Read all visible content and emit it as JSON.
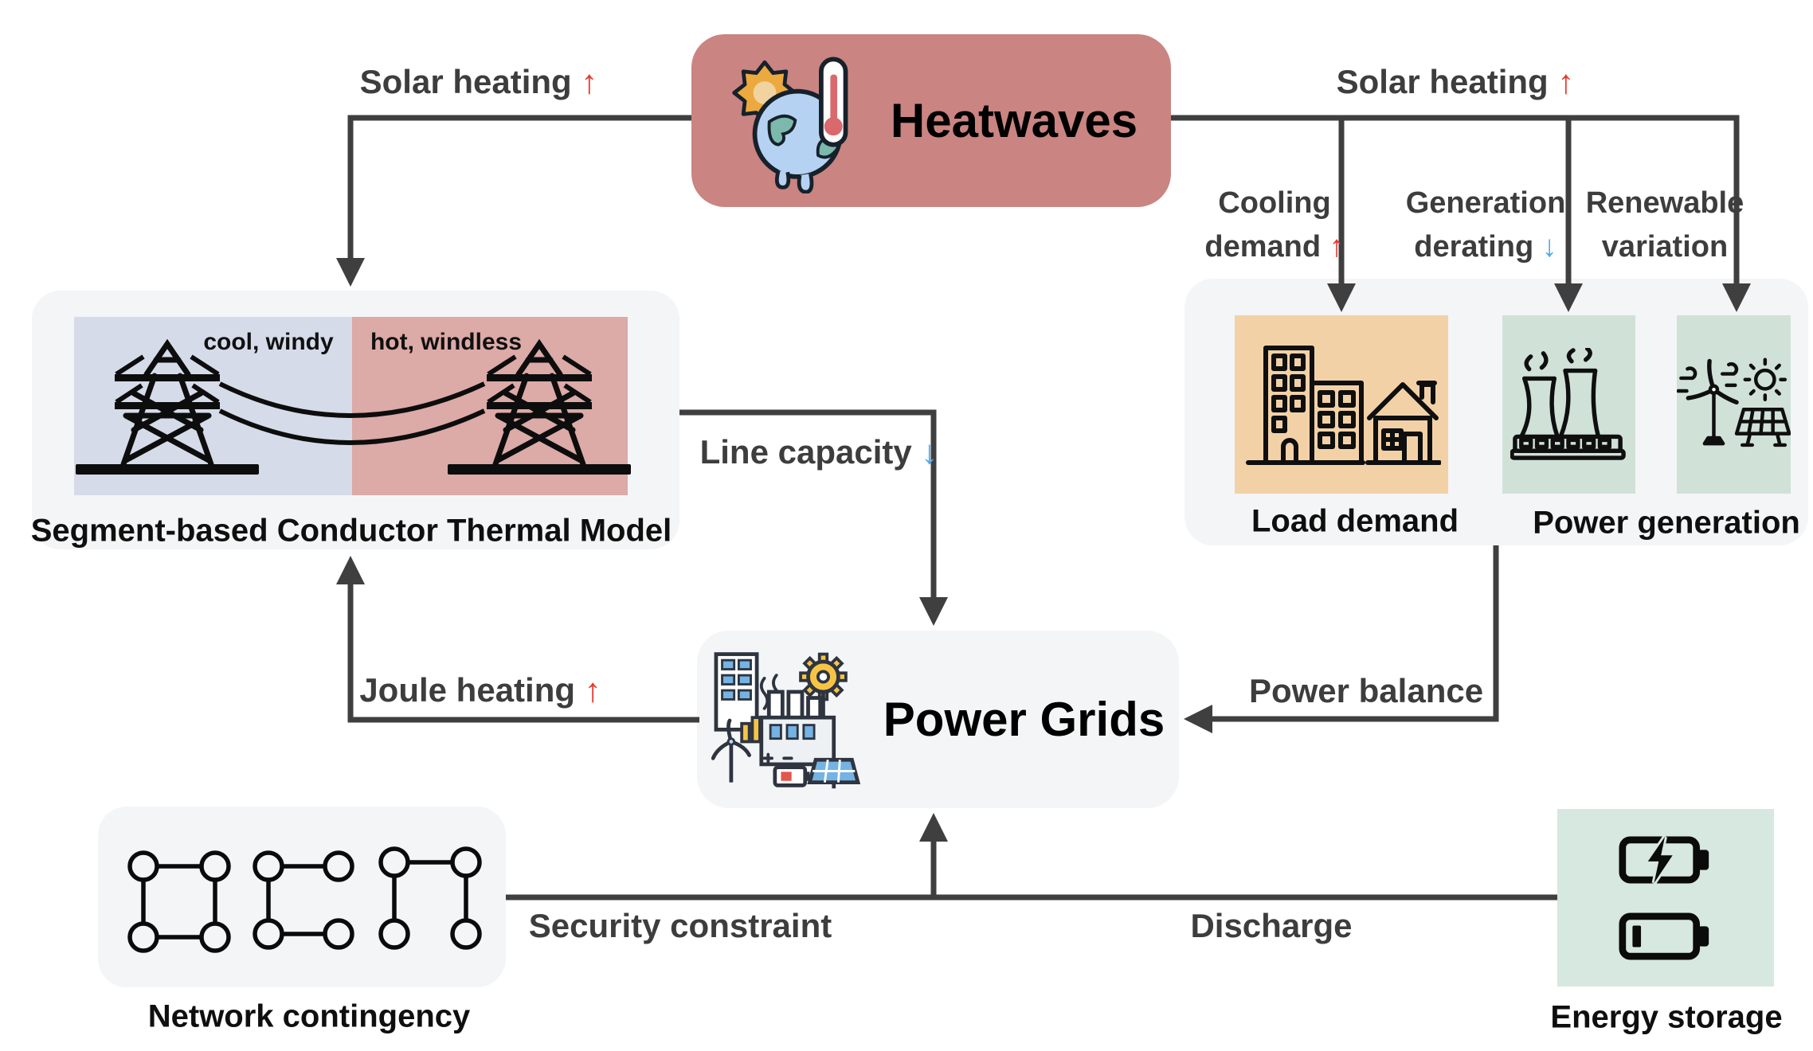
{
  "title": "Heatwaves and power grids interaction diagram",
  "nodes": {
    "heatwaves": {
      "label": "Heatwaves"
    },
    "thermal_model": {
      "caption": "Segment-based Conductor Thermal Model",
      "cool_label": "cool, windy",
      "hot_label": "hot, windless"
    },
    "demand_generation": {
      "load_caption": "Load demand",
      "generation_caption": "Power generation"
    },
    "power_grids": {
      "label": "Power Grids"
    },
    "network_contingency": {
      "caption": "Network contingency"
    },
    "energy_storage": {
      "caption": "Energy storage"
    }
  },
  "edges": {
    "solar_heating_left": {
      "text": "Solar heating",
      "arrow": "↑"
    },
    "solar_heating_right": {
      "text": "Solar heating",
      "arrow": "↑"
    },
    "cooling_demand": {
      "line1": "Cooling",
      "line2": "demand",
      "arrow": "↑"
    },
    "generation_derating": {
      "line1": "Generation",
      "line2": "derating",
      "arrow": "↓"
    },
    "renewable_variation": {
      "line1": "Renewable",
      "line2": "variation"
    },
    "line_capacity": {
      "text": "Line capacity",
      "arrow": "↓"
    },
    "joule_heating": {
      "text": "Joule heating",
      "arrow": "↑"
    },
    "power_balance": {
      "text": "Power balance"
    },
    "security_constraint": {
      "text": "Security constraint"
    },
    "discharge": {
      "text": "Discharge"
    }
  },
  "icons": {
    "heatwaves": "sun-melting-earth-thermometer-icon",
    "load_demand": "buildings-house-icon",
    "thermal_generation": "cooling-towers-plant-icon",
    "renewable_generation": "wind-turbine-sun-solar-panel-icon",
    "power_grids": "factory-gear-renewables-icon",
    "network_contingency": "node-edge-graph-icons",
    "energy_storage_top": "battery-charging-icon",
    "energy_storage_bottom": "battery-low-icon",
    "conductor_scene": "transmission-towers-sagging-lines-icon"
  },
  "colors": {
    "heatwaves_fill": "#ca8481",
    "panel_fill": "#f4f5f6",
    "load_tile_fill": "#f3d1a7",
    "generation_tile_fill": "#d0e1d8",
    "energy_storage_fill": "#d6e8df",
    "cool_zone_fill": "#d5dbe9",
    "hot_zone_fill": "#dcaaa7",
    "connector": "#3f3f3f",
    "label_gray": "#3d3d3d",
    "arrow_up_red": "#e8382d",
    "arrow_down_blue": "#56a9e8"
  }
}
